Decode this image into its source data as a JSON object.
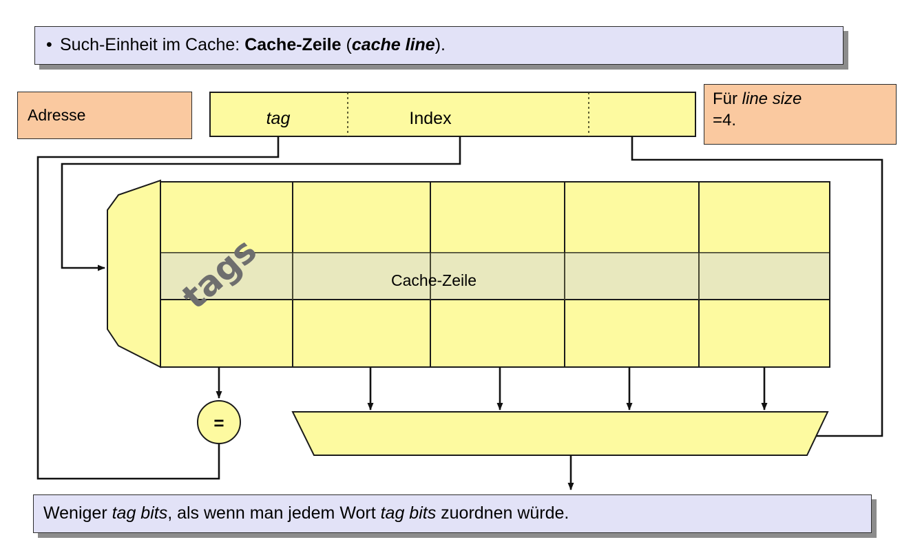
{
  "slide": {
    "title_banner": {
      "bullet": "•",
      "segments": [
        {
          "text": "Such-Einheit im Cache: ",
          "style": "normal"
        },
        {
          "text": "Cache-Zeile",
          "style": "bold"
        },
        {
          "text": " (",
          "style": "normal"
        },
        {
          "text": "cache line",
          "style": "bold-italic"
        },
        {
          "text": ").",
          "style": "normal"
        }
      ],
      "plain": "• Such-Einheit im Cache: Cache-Zeile (cache line)."
    },
    "footer_banner": {
      "segments": [
        {
          "text": "Weniger ",
          "style": "normal"
        },
        {
          "text": "tag bits",
          "style": "italic"
        },
        {
          "text": ", als wenn man jedem Wort ",
          "style": "normal"
        },
        {
          "text": "tag bits",
          "style": "italic"
        },
        {
          "text": " zuordnen würde.",
          "style": "normal"
        }
      ],
      "plain": "Weniger tag bits, als wenn man jedem Wort tag bits zuordnen würde."
    }
  },
  "labels": {
    "adresse": "Adresse",
    "line_size_line1_a": "Für ",
    "line_size_line1_b": "line size",
    "line_size_line2": "=4.",
    "address_fields": {
      "tag": "tag",
      "index": "Index",
      "offset": ""
    },
    "cache_line": "Cache-Zeile",
    "tags_column": "tags",
    "comparator": "="
  },
  "colors": {
    "banner_fill": "#e2e2f7",
    "banner_shadow": "#8c8c8c",
    "peach_fill": "#fac9a0",
    "cell_fill": "#fdfaa0",
    "cell_highlight_fill": "#e8e8be",
    "outline": "#1a1a1a",
    "tags_text": "#6e6e6e"
  },
  "structure": {
    "cache_rows": 3,
    "cache_data_columns": 4,
    "highlighted_row_index": 1,
    "line_size": 4,
    "address_field_count": 3,
    "mux_inputs": 4
  }
}
